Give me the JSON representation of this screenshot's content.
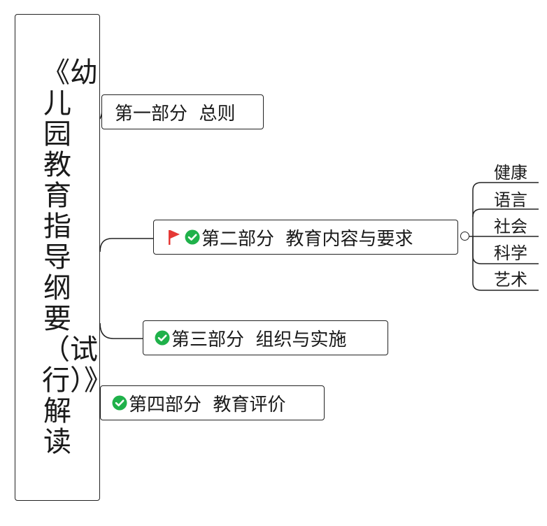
{
  "root": {
    "title": "《幼儿园教育指导纲要（试行）》解读"
  },
  "branches": [
    {
      "label": "第一部分  总则",
      "icons": []
    },
    {
      "label": "第二部分  教育内容与要求",
      "icons": [
        "flag-icon",
        "check-icon"
      ],
      "collapsible": true
    },
    {
      "label": "第三部分  组织与实施",
      "icons": [
        "check-icon"
      ]
    },
    {
      "label": "第四部分  教育评价",
      "icons": [
        "check-icon"
      ]
    }
  ],
  "sub_topics": [
    "健康",
    "语言",
    "社会",
    "科学",
    "艺术"
  ],
  "colors": {
    "border": "#222222",
    "flag": "#e53935",
    "check": "#1fb14a",
    "background": "#ffffff"
  }
}
